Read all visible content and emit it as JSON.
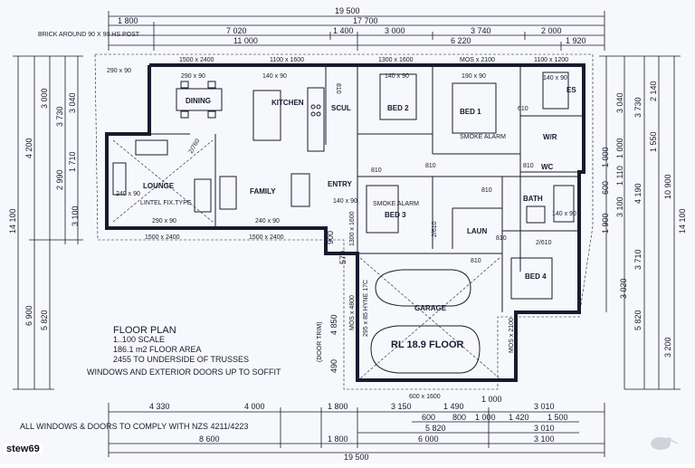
{
  "top_dims": {
    "row1": [
      "19 500"
    ],
    "row2": [
      "1 800",
      "17 700"
    ],
    "row3": [
      "7 020",
      "1 400",
      "3 000",
      "3 740",
      "2 000"
    ],
    "row4": [
      "11 000",
      "6 220",
      "1 920"
    ]
  },
  "brick_note": "BRICK AROUND 90 X 90 HS POST",
  "windows_top": [
    "1500 x 2400",
    "1100 x 1600",
    "1300 x 1600",
    "MOS x 2100",
    "1100 x 1200"
  ],
  "rooms": {
    "dining": "DINING",
    "kitchen": "KITCHEN",
    "scul": "SCUL",
    "bed2": "BED 2",
    "bed1": "BED 1",
    "es": "ES",
    "wr": "W/R",
    "wc": "WC",
    "lounge": "LOUNGE",
    "family": "FAMILY",
    "entry": "ENTRY",
    "bed3": "BED 3",
    "laun": "LAUN",
    "bath": "BATH",
    "bed4": "BED 4",
    "garage": "GARAGE",
    "floor": "RL 18.9 FLOOR"
  },
  "notes": {
    "smoke1": "SMOKE ALARM",
    "smoke2": "SMOKE ALARM",
    "lintel": "LINTEL FIX.TYPE",
    "door_trim": "(DOOR TRIM)"
  },
  "interior_dims": [
    "290 x 90",
    "290 x 90",
    "140 x 90",
    "190 x 90",
    "140 x 90",
    "240 x 90",
    "290 x 90",
    "240 x 90",
    "140 x 90",
    "140 x 90",
    "140 x 90",
    "2/610",
    "2/760",
    "2/610",
    "810",
    "810",
    "810",
    "810",
    "810",
    "610",
    "810",
    "810"
  ],
  "bottom_windows": [
    "1500 x 2400",
    "1500 x 2400",
    "600 x 1600"
  ],
  "title_block": {
    "title": "FLOOR PLAN",
    "scale": "1..100 SCALE",
    "area": "186.1 m2 FLOOR AREA",
    "trusses": "2455 TO UNDERSIDE OF TRUSSES",
    "windows": "WINDOWS AND EXTERIOR DOORS UP TO SOFFIT"
  },
  "compliance": "ALL WINDOWS & DOORS TO COMPLY WITH NZS 4211/4223",
  "bottom_dims": {
    "row1": [
      "4 330",
      "4 000",
      "1 800",
      "3 150",
      "1 490",
      "1 000",
      "3 010"
    ],
    "row2": [
      "600",
      "800",
      "1 000",
      "1 420",
      "1 500"
    ],
    "row3": [
      "5 820",
      "3 010"
    ],
    "row4": [
      "8 600",
      "1 800",
      "6 000",
      "3 100"
    ],
    "row5": [
      "19 500"
    ]
  },
  "left_dims": {
    "outer": [
      "14 100"
    ],
    "mid1": [
      "4 200",
      "6 900"
    ],
    "mid2": [
      "3 000",
      "3 730",
      "2 990",
      "3 100",
      "5 820"
    ],
    "inner": [
      "3 040",
      "1 710"
    ]
  },
  "right_dims": {
    "outer": [
      "14 100"
    ],
    "mid1": [
      "10 900",
      "3 200"
    ],
    "mid2": [
      "2 140",
      "1 550",
      "5 820"
    ],
    "inner": [
      "3 730",
      "4 190",
      "3 710",
      "3 020"
    ],
    "innermost": [
      "3 040",
      "1 000",
      "1 110",
      "3 100",
      "1 900",
      "1 000",
      "600"
    ]
  },
  "garage_side": [
    "MOS x 4800",
    "4 850",
    "490",
    "900",
    "570",
    "1300 x 1600",
    "MOS x 2100",
    "295 x 85 HYNE 17C"
  ],
  "watermark": "stew69"
}
